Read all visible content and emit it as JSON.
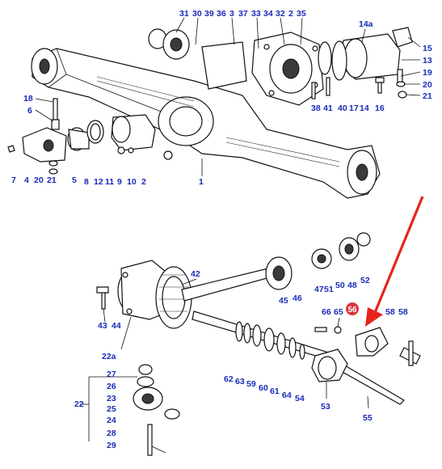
{
  "colors": {
    "label": "#1a2bb8",
    "line": "#111111",
    "arrow": "#e8231c",
    "highlight_badge": "#d9363b",
    "background": "#ffffff"
  },
  "labels": [
    {
      "id": "l31",
      "text": "31"
    },
    {
      "id": "l30",
      "text": "30"
    },
    {
      "id": "l39",
      "text": "39"
    },
    {
      "id": "l36",
      "text": "36"
    },
    {
      "id": "l3",
      "text": "3"
    },
    {
      "id": "l37",
      "text": "37"
    },
    {
      "id": "l33",
      "text": "33"
    },
    {
      "id": "l34",
      "text": "34"
    },
    {
      "id": "l32",
      "text": "32"
    },
    {
      "id": "l2a",
      "text": "2"
    },
    {
      "id": "l35",
      "text": "35"
    },
    {
      "id": "l14a",
      "text": "14a"
    },
    {
      "id": "l15",
      "text": "15"
    },
    {
      "id": "l13",
      "text": "13"
    },
    {
      "id": "l19",
      "text": "19"
    },
    {
      "id": "l20a",
      "text": "20"
    },
    {
      "id": "l21a",
      "text": "21"
    },
    {
      "id": "l18",
      "text": "18"
    },
    {
      "id": "l6",
      "text": "6"
    },
    {
      "id": "l38",
      "text": "38"
    },
    {
      "id": "l41",
      "text": "41"
    },
    {
      "id": "l40",
      "text": "40"
    },
    {
      "id": "l17",
      "text": "17"
    },
    {
      "id": "l14",
      "text": "14"
    },
    {
      "id": "l16",
      "text": "16"
    },
    {
      "id": "l7",
      "text": "7"
    },
    {
      "id": "l4",
      "text": "4"
    },
    {
      "id": "l20b",
      "text": "20"
    },
    {
      "id": "l21b",
      "text": "21"
    },
    {
      "id": "l5",
      "text": "5"
    },
    {
      "id": "l8",
      "text": "8"
    },
    {
      "id": "l12",
      "text": "12"
    },
    {
      "id": "l11",
      "text": "11"
    },
    {
      "id": "l9",
      "text": "9"
    },
    {
      "id": "l10",
      "text": "10"
    },
    {
      "id": "l2b",
      "text": "2"
    },
    {
      "id": "l1",
      "text": "1"
    },
    {
      "id": "l42",
      "text": "42"
    },
    {
      "id": "l47",
      "text": "47"
    },
    {
      "id": "l51",
      "text": "51"
    },
    {
      "id": "l50",
      "text": "50"
    },
    {
      "id": "l48",
      "text": "48"
    },
    {
      "id": "l52",
      "text": "52"
    },
    {
      "id": "l45",
      "text": "45"
    },
    {
      "id": "l46",
      "text": "46"
    },
    {
      "id": "l43",
      "text": "43"
    },
    {
      "id": "l44",
      "text": "44"
    },
    {
      "id": "l66",
      "text": "66"
    },
    {
      "id": "l65",
      "text": "65"
    },
    {
      "id": "l58a",
      "text": "58"
    },
    {
      "id": "l58b",
      "text": "58"
    },
    {
      "id": "l22a",
      "text": "22a"
    },
    {
      "id": "l27",
      "text": "27"
    },
    {
      "id": "l26",
      "text": "26"
    },
    {
      "id": "l23",
      "text": "23"
    },
    {
      "id": "l22",
      "text": "22"
    },
    {
      "id": "l25",
      "text": "25"
    },
    {
      "id": "l24",
      "text": "24"
    },
    {
      "id": "l28",
      "text": "28"
    },
    {
      "id": "l29",
      "text": "29"
    },
    {
      "id": "l62",
      "text": "62"
    },
    {
      "id": "l63",
      "text": "63"
    },
    {
      "id": "l59",
      "text": "59"
    },
    {
      "id": "l60",
      "text": "60"
    },
    {
      "id": "l61",
      "text": "61"
    },
    {
      "id": "l64",
      "text": "64"
    },
    {
      "id": "l54",
      "text": "54"
    },
    {
      "id": "l53",
      "text": "53"
    },
    {
      "id": "l55",
      "text": "55"
    }
  ],
  "highlight": {
    "text": "56"
  }
}
